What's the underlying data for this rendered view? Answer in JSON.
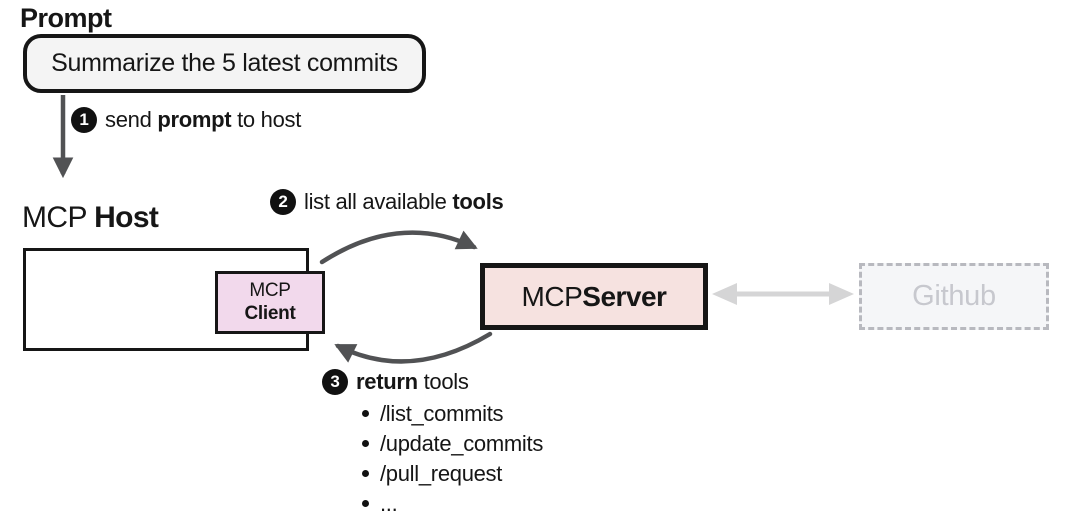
{
  "prompt": {
    "heading": "Prompt",
    "message": "Summarize the 5 latest commits"
  },
  "steps": [
    {
      "number": "1",
      "text_pre": "send ",
      "text_bold": "prompt",
      "text_post": " to host"
    },
    {
      "number": "2",
      "text_pre": "list all available ",
      "text_bold": "tools",
      "text_post": ""
    },
    {
      "number": "3",
      "text_pre": "",
      "text_bold": "return",
      "text_post": " tools"
    }
  ],
  "host": {
    "name_regular": "MCP ",
    "name_bold": "Host"
  },
  "client": {
    "name_line1": "MCP",
    "name_line2": "Client"
  },
  "server": {
    "name_regular": "MCP ",
    "name_bold": "Server"
  },
  "github": {
    "name": "Github"
  },
  "tools": [
    "/list_commits",
    "/update_commits",
    "/pull_request",
    "..."
  ],
  "colors": {
    "outline": "#161616",
    "arrow_dark": "#515254",
    "arrow_light": "#d5d5d6",
    "prompt_fill": "#f4f4f4",
    "client_fill": "#f2d9ec",
    "server_fill": "#f6e2e0",
    "github_fill": "#f5f6f8",
    "github_border": "#b8b9bf",
    "github_text": "#c7c8ce"
  }
}
